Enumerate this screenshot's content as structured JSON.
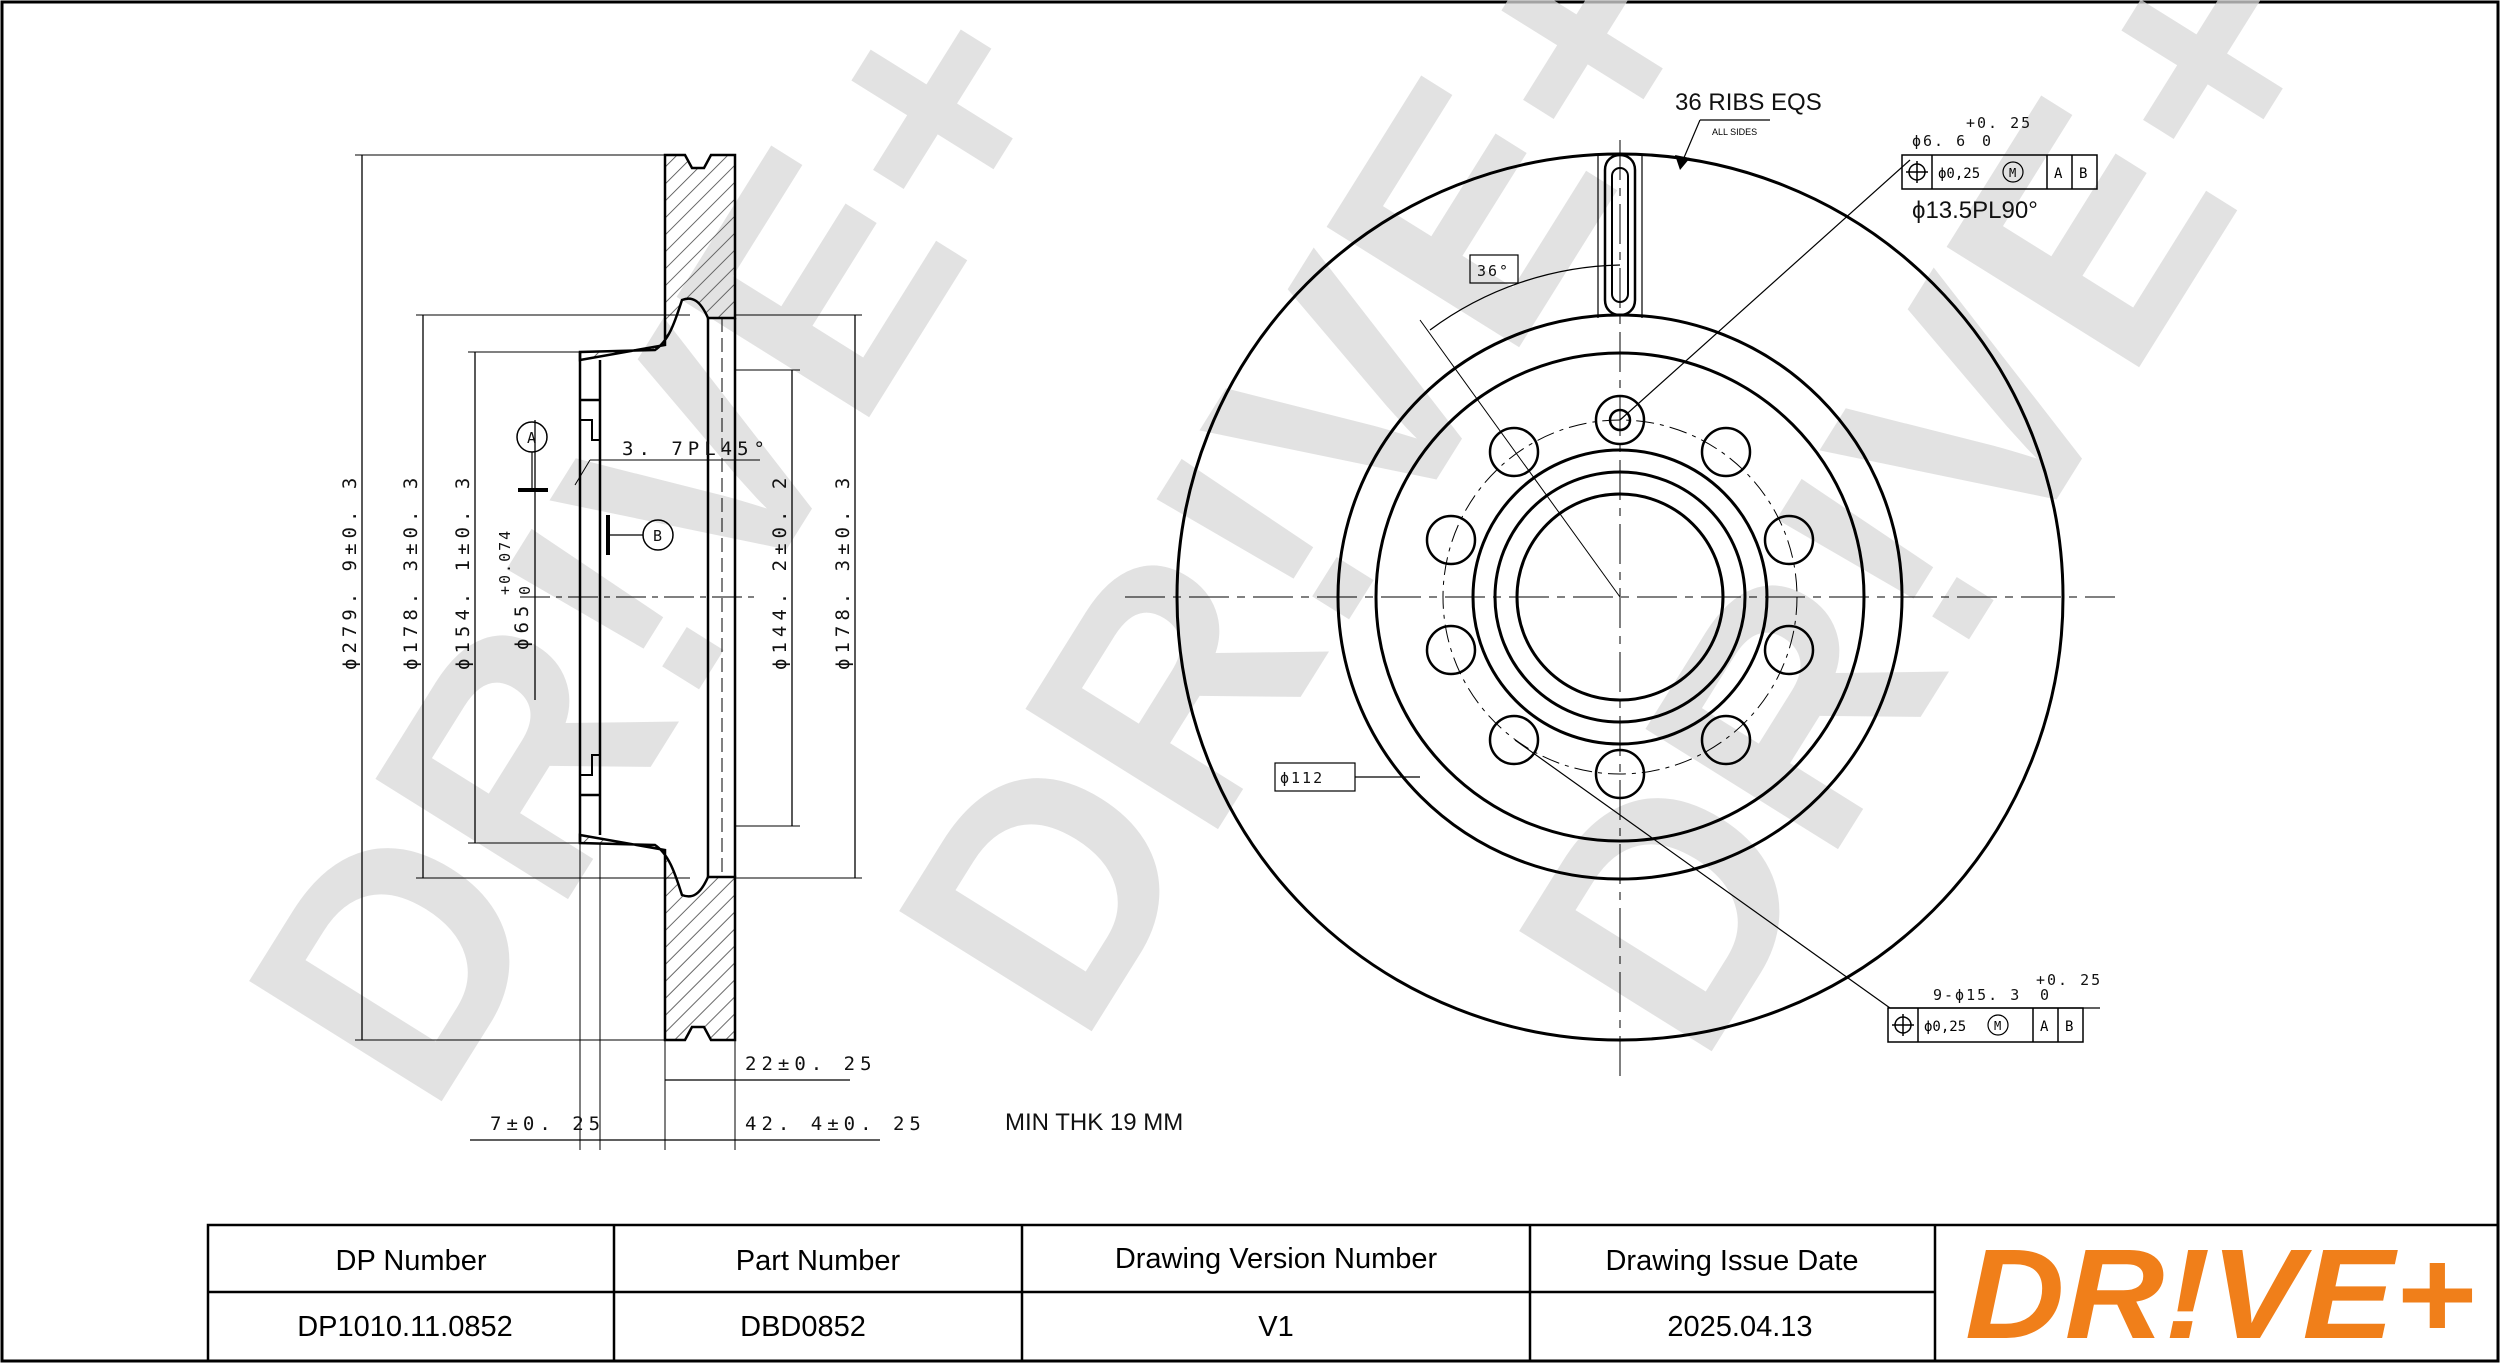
{
  "colors": {
    "line": "#000000",
    "watermark": "#d9d9d9",
    "logo": "#f07f1a",
    "hatch": "#444444"
  },
  "watermark": {
    "text": "DR!VE+"
  },
  "annotations": {
    "ribs": "36 RIBS EQS",
    "all_sides": "ALL SIDES",
    "angle_36": "36°",
    "hole_small_dia": "ϕ6. 6",
    "hole_small_tol_upper": "+0. 25",
    "hole_small_tol_lower": "0",
    "hole_small_fcf_tol": "ϕ0,25",
    "fcf_m": "M",
    "datum_a": "A",
    "datum_b": "B",
    "countersink": "ϕ13.5PL90°",
    "pcd": "ϕ112",
    "holes_9": "9-ϕ15. 3",
    "holes_9_tol_upper": "+0. 25",
    "holes_9_tol_lower": "0",
    "holes_9_fcf_tol": "ϕ0,25",
    "min_thk": "MIN THK 19 MM"
  },
  "side_view": {
    "dia_outer": "ϕ279. 9±0. 3",
    "dia_178_left": "ϕ178. 3±0. 3",
    "dia_154": "ϕ154. 1±0. 3",
    "dia_65": "ϕ65",
    "dia_65_tol_upper": "+0.074",
    "dia_65_tol_lower": "0",
    "dia_144": "ϕ144. 2±0. 2",
    "dia_178_right": "ϕ178. 3±0. 3",
    "chamfer": "3. 7PL45°",
    "datum_a": "A",
    "datum_b": "B",
    "thk_22": "22±0. 25",
    "thk_7": "7±0. 25",
    "thk_42": "42. 4±0. 25"
  },
  "title_block": {
    "headers": [
      "DP Number",
      "Part Number",
      "Drawing Version Number",
      "Drawing Issue Date"
    ],
    "values": [
      "DP1010.11.0852",
      "DBD0852",
      "V1",
      "2025.04.13"
    ],
    "logo": "DR!VE+"
  }
}
